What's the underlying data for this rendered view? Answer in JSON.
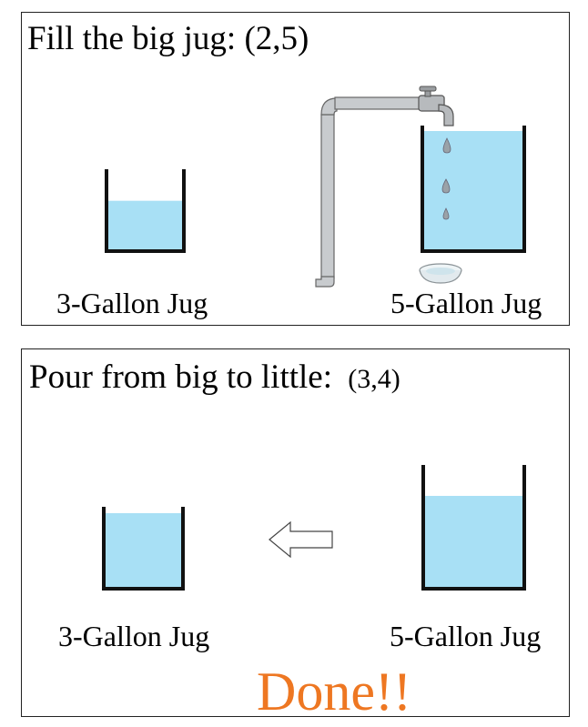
{
  "panels": [
    {
      "title": "Fill the big jug:",
      "state": "(2,5)",
      "small_jug_label": "3-Gallon Jug",
      "big_jug_label": "5-Gallon Jug",
      "small_jug_fill_gallons": 2,
      "big_jug_fill_gallons": 5
    },
    {
      "title": "Pour from big to little:",
      "state": "(3,4)",
      "small_jug_label": "3-Gallon Jug",
      "big_jug_label": "5-Gallon Jug",
      "small_jug_fill_gallons": 3,
      "big_jug_fill_gallons": 4,
      "status": "Done!!"
    }
  ],
  "colors": {
    "water": "#a8e0f5",
    "jug_outline": "#111111",
    "pipe": "#c8cbce",
    "done_text": "#ee7722"
  },
  "icons": [
    "faucet-icon",
    "water-drop-icon",
    "bowl-icon",
    "left-arrow-icon"
  ]
}
